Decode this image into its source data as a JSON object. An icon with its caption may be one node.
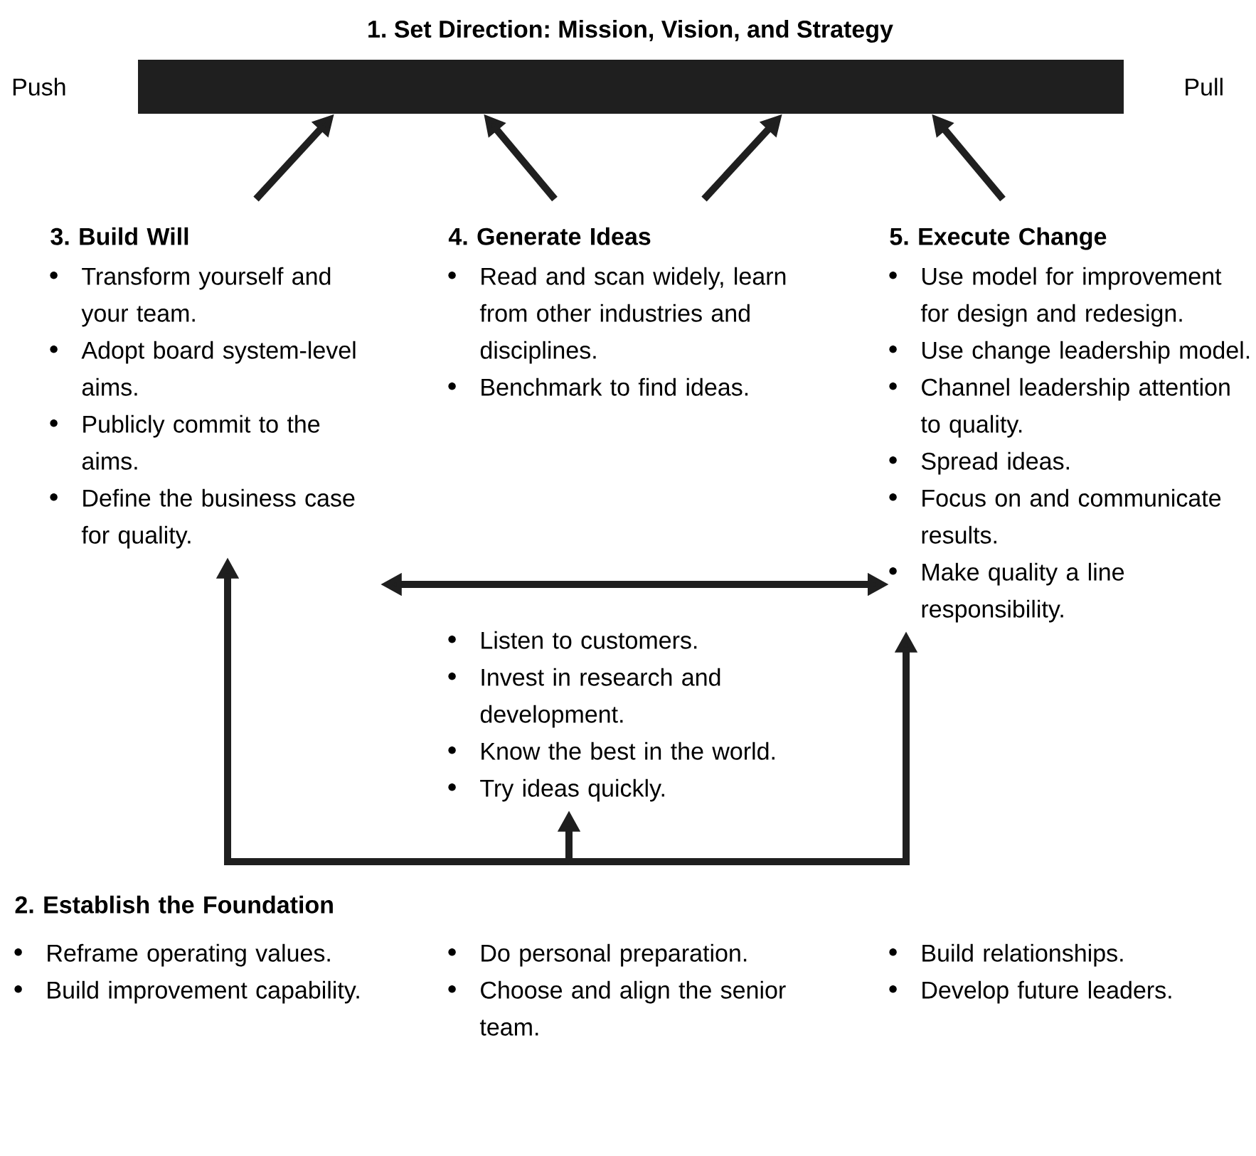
{
  "diagram": {
    "nodes": [
      {
        "text": [
          "1. Set Direction: Mission, Vision, and Strategy"
        ],
        "beside": [
          "Push",
          "Pull"
        ]
      },
      {
        "text": [
          "3. Build Will",
          "Transform yourself and your team.",
          "Adopt board system-level aims.",
          "Publicly commit to the aims.",
          "Define the business case for quality."
        ]
      },
      {
        "text": [
          "4. Generate Ideas",
          "Read and scan widely, learn from other industries and disciplines.",
          "Benchmark to find ideas."
        ]
      },
      {
        "text": [
          "Listen to customers.",
          "Invest in research and development.",
          "Know the best in the world.",
          "Try ideas quickly."
        ]
      },
      {
        "text": [
          "5. Execute Change",
          "Use model for improvement for design and redesign.",
          "Use change leadership model.",
          "Channel leadership attention to quality.",
          "Spread ideas.",
          "Focus on and communicate results.",
          "Make quality a line responsibility."
        ]
      },
      {
        "text": [
          "2. Establish the Foundation",
          "Reframe operating values.",
          "Build improvement capability.",
          "Do personal preparation.",
          "Choose and align the senior team.",
          "Build relationships.",
          "Develop future leaders."
        ]
      }
    ],
    "edges": [
      {
        "from": 1,
        "to": 0,
        "arrow": "to"
      },
      {
        "from": 2,
        "to": 0,
        "arrow": "to"
      },
      {
        "from": 2,
        "to": 0,
        "arrow": "to"
      },
      {
        "from": 4,
        "to": 0,
        "arrow": "to"
      },
      {
        "from": 1,
        "to": 4,
        "arrow": "both"
      },
      {
        "from": 5,
        "to": 1,
        "arrow": "to"
      },
      {
        "from": 5,
        "to": 3,
        "arrow": "to"
      },
      {
        "from": 5,
        "to": 4,
        "arrow": "to"
      }
    ]
  }
}
